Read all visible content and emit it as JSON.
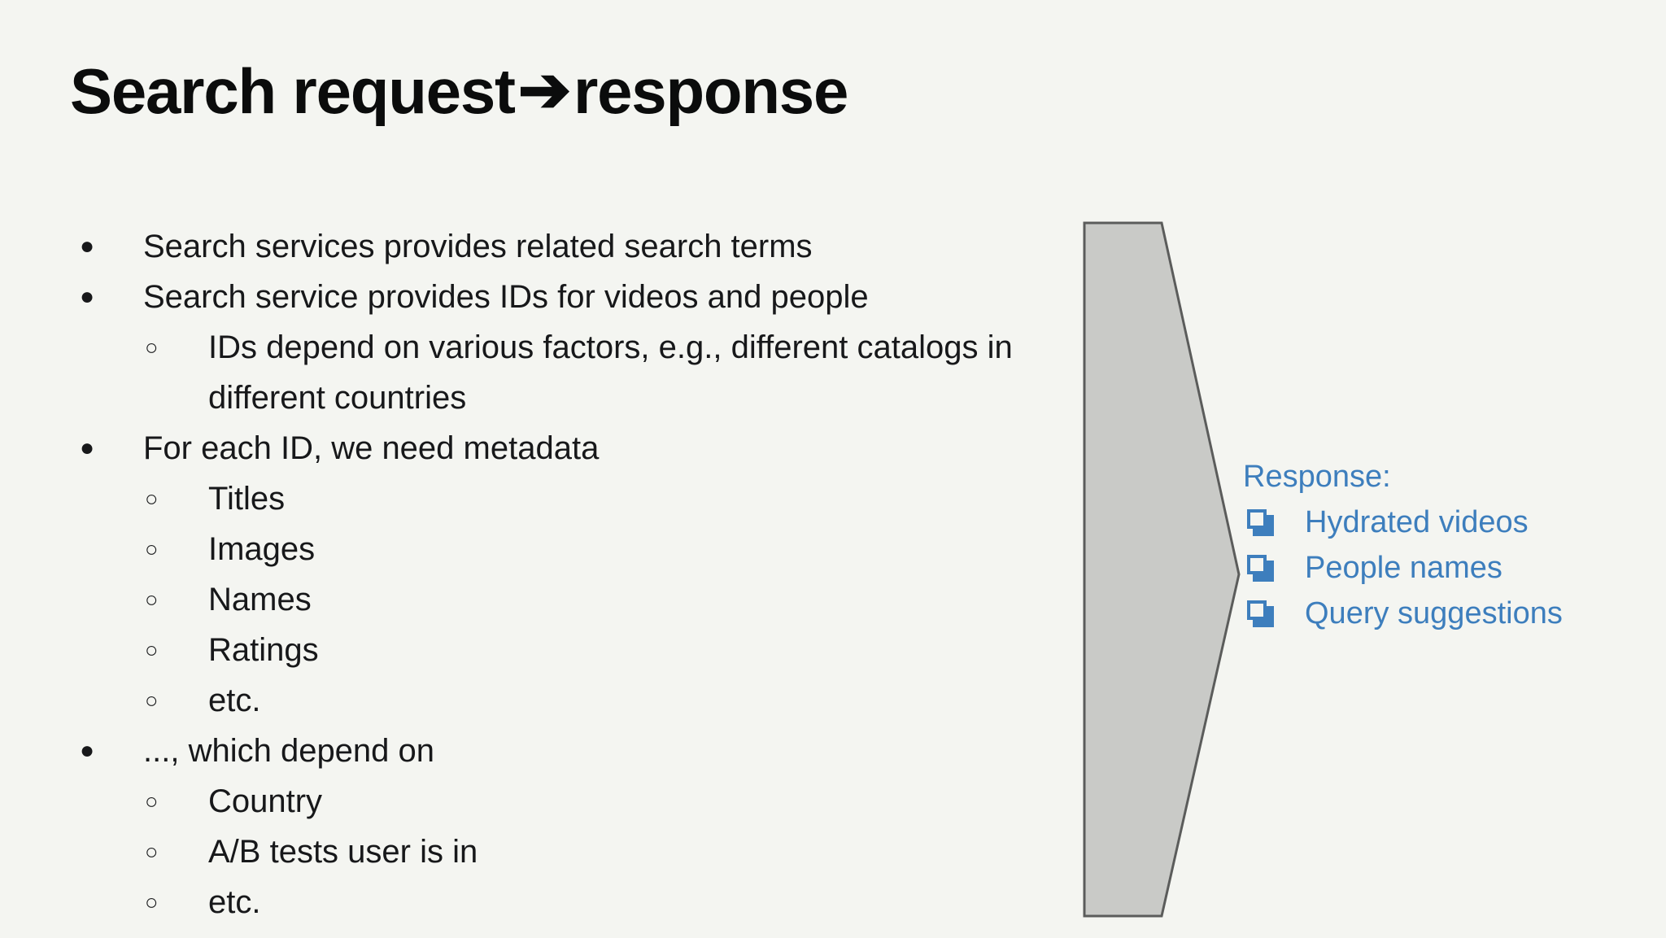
{
  "slide": {
    "background_color": "#f4f5f1",
    "title_prefix": "Search request",
    "title_arrow": "➔",
    "title_suffix": "response",
    "title_full": "Search request ➔ response"
  },
  "body": {
    "items": [
      {
        "level": 1,
        "marker": "●",
        "text": "Search services provides related search terms"
      },
      {
        "level": 1,
        "marker": "●",
        "text": "Search service provides IDs for videos and people"
      },
      {
        "level": 2,
        "marker": "○",
        "text": "IDs depend on various factors, e.g., different catalogs in different countries"
      },
      {
        "level": 1,
        "marker": "●",
        "text": "For each ID, we need metadata"
      },
      {
        "level": 2,
        "marker": "○",
        "text": "Titles"
      },
      {
        "level": 2,
        "marker": "○",
        "text": "Images"
      },
      {
        "level": 2,
        "marker": "○",
        "text": "Names"
      },
      {
        "level": 2,
        "marker": "○",
        "text": "Ratings"
      },
      {
        "level": 2,
        "marker": "○",
        "text": "etc."
      },
      {
        "level": 1,
        "marker": "●",
        "text": "..., which depend on"
      },
      {
        "level": 2,
        "marker": "○",
        "text": "Country"
      },
      {
        "level": 2,
        "marker": "○",
        "text": "A/B tests user is in"
      },
      {
        "level": 2,
        "marker": "○",
        "text": "etc."
      }
    ]
  },
  "chevron": {
    "fill_color": "#c9cac7",
    "stroke_color": "#5b5c5b"
  },
  "response": {
    "heading": "Response:",
    "accent_color": "#3d7ebd",
    "items": [
      {
        "icon": "checkbox-icon",
        "label": "Hydrated videos"
      },
      {
        "icon": "checkbox-icon",
        "label": "People names"
      },
      {
        "icon": "checkbox-icon",
        "label": "Query suggestions"
      }
    ]
  }
}
